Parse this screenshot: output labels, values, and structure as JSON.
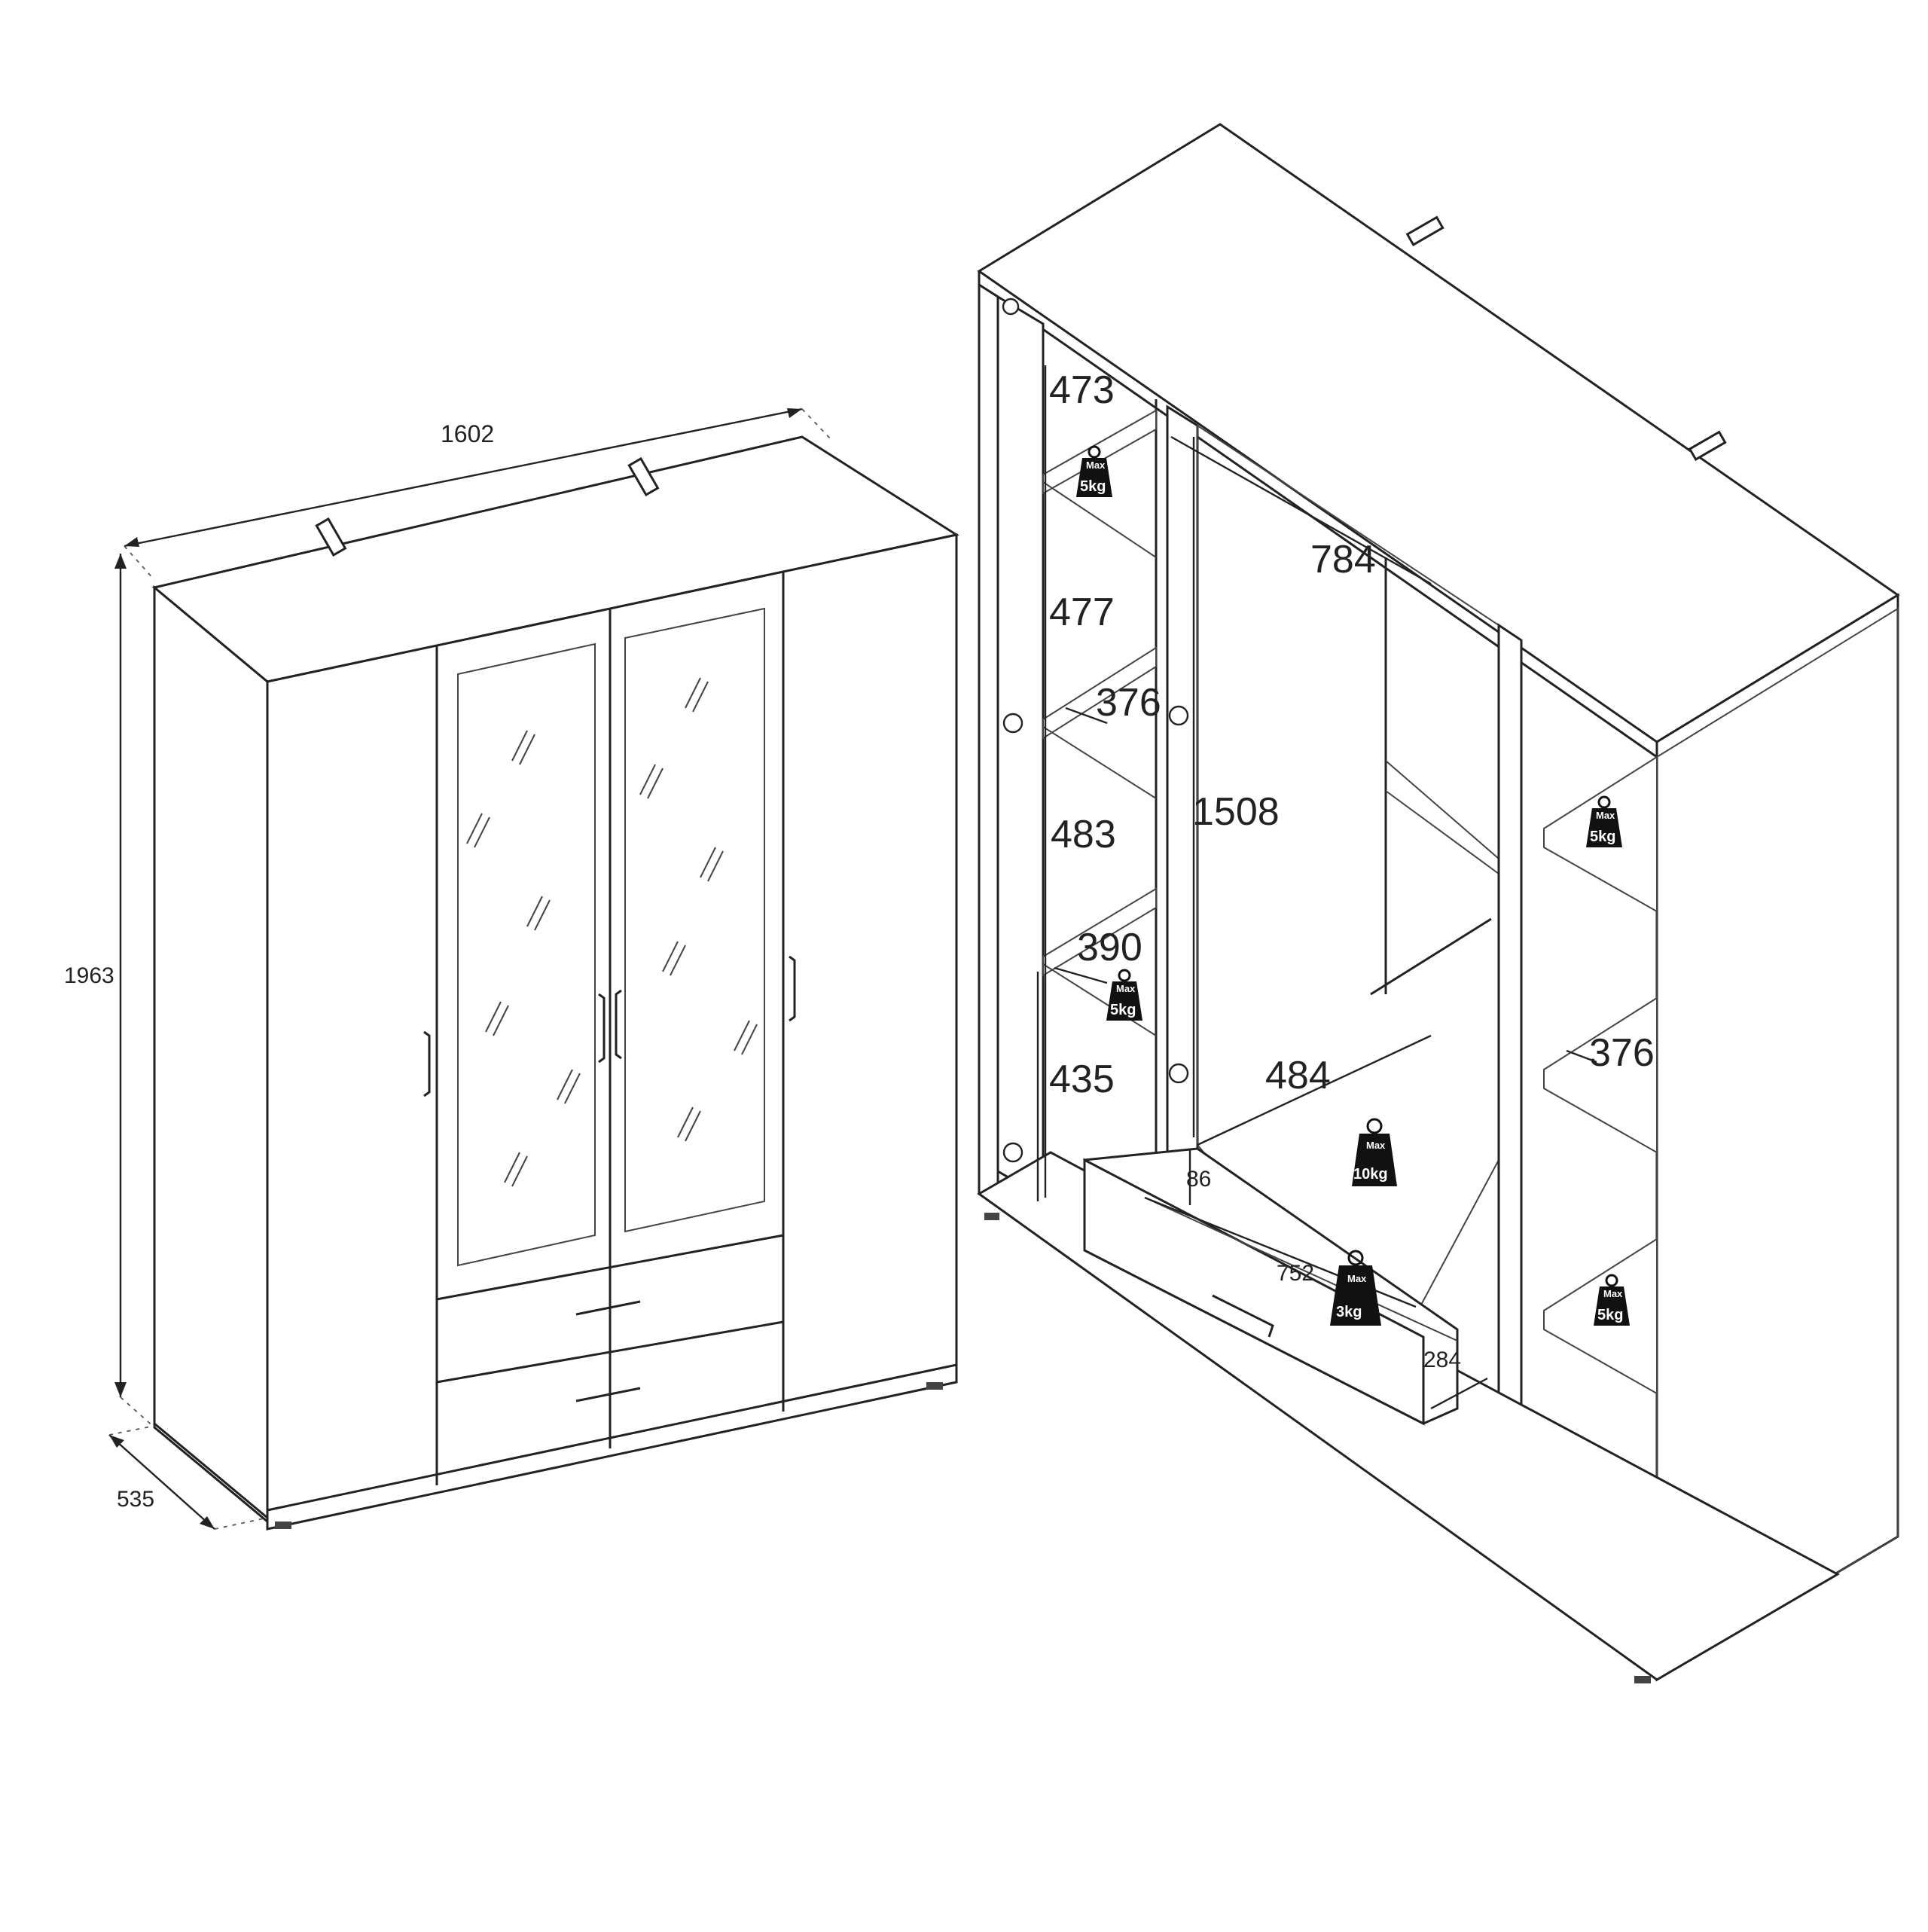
{
  "closed_view": {
    "width_label": "1602",
    "height_label": "1963",
    "depth_label": "535"
  },
  "open_view": {
    "dimensions": {
      "shelf_1_height": "473",
      "shelf_2_height": "477",
      "shelf_3_height": "483",
      "shelf_4_height": "435",
      "left_shelf_depth": "376",
      "left_shelf_depth_lower": "390",
      "hanging_height": "1508",
      "hanging_width": "784",
      "drawer_inner_depth": "484",
      "drawer_height": "86",
      "drawer_width": "752",
      "drawer_runner_depth": "284",
      "right_shelf_depth": "376"
    },
    "load_badges": {
      "max_word": "Max",
      "left_top": "5kg",
      "left_lower": "5kg",
      "right_top": "5kg",
      "right_bottom": "5kg",
      "bottom_compartment": "10kg",
      "drawer": "3kg"
    }
  },
  "colors": {
    "line": "#222222",
    "badge": "#111111",
    "background": "#ffffff"
  }
}
